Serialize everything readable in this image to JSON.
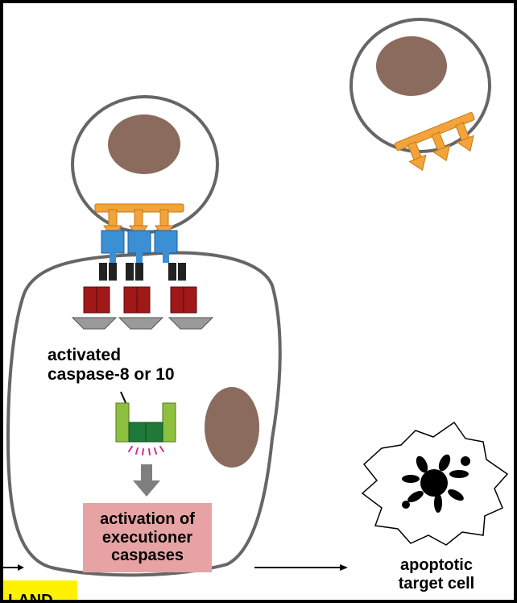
{
  "labels": {
    "caspase_line1": "activated",
    "caspase_line2": "caspase-8 or 10",
    "executioner": "activation of\nexecutioner\ncaspases",
    "apoptotic_line1": "apoptotic",
    "apoptotic_line2": "target cell",
    "corner_tag": "LAND"
  },
  "colors": {
    "background_border": "#000000",
    "cell_outline": "#666666",
    "nucleus": "#8b6b5e",
    "ligand": "#f2a33a",
    "receptor": "#3b8fd4",
    "adaptor_dark": "#222222",
    "procaspase": "#a01818",
    "dimer_light": "#8fbf3f",
    "dimer_dark": "#1f7a3a",
    "activation_arrow": "#7f7f7f",
    "executioner_box": "#e7a3a3",
    "highlight": "#fff200"
  },
  "icons": {
    "ligand": "fas-ligand-trimer-icon",
    "receptor": "fas-receptor-icon",
    "adaptor": "adaptor-protein-icon",
    "procaspase": "procaspase-icon",
    "active_caspase": "caspase-dimer-icon",
    "nucleus": "nucleus-icon",
    "apoptotic_cell": "apoptotic-cell-icon"
  }
}
